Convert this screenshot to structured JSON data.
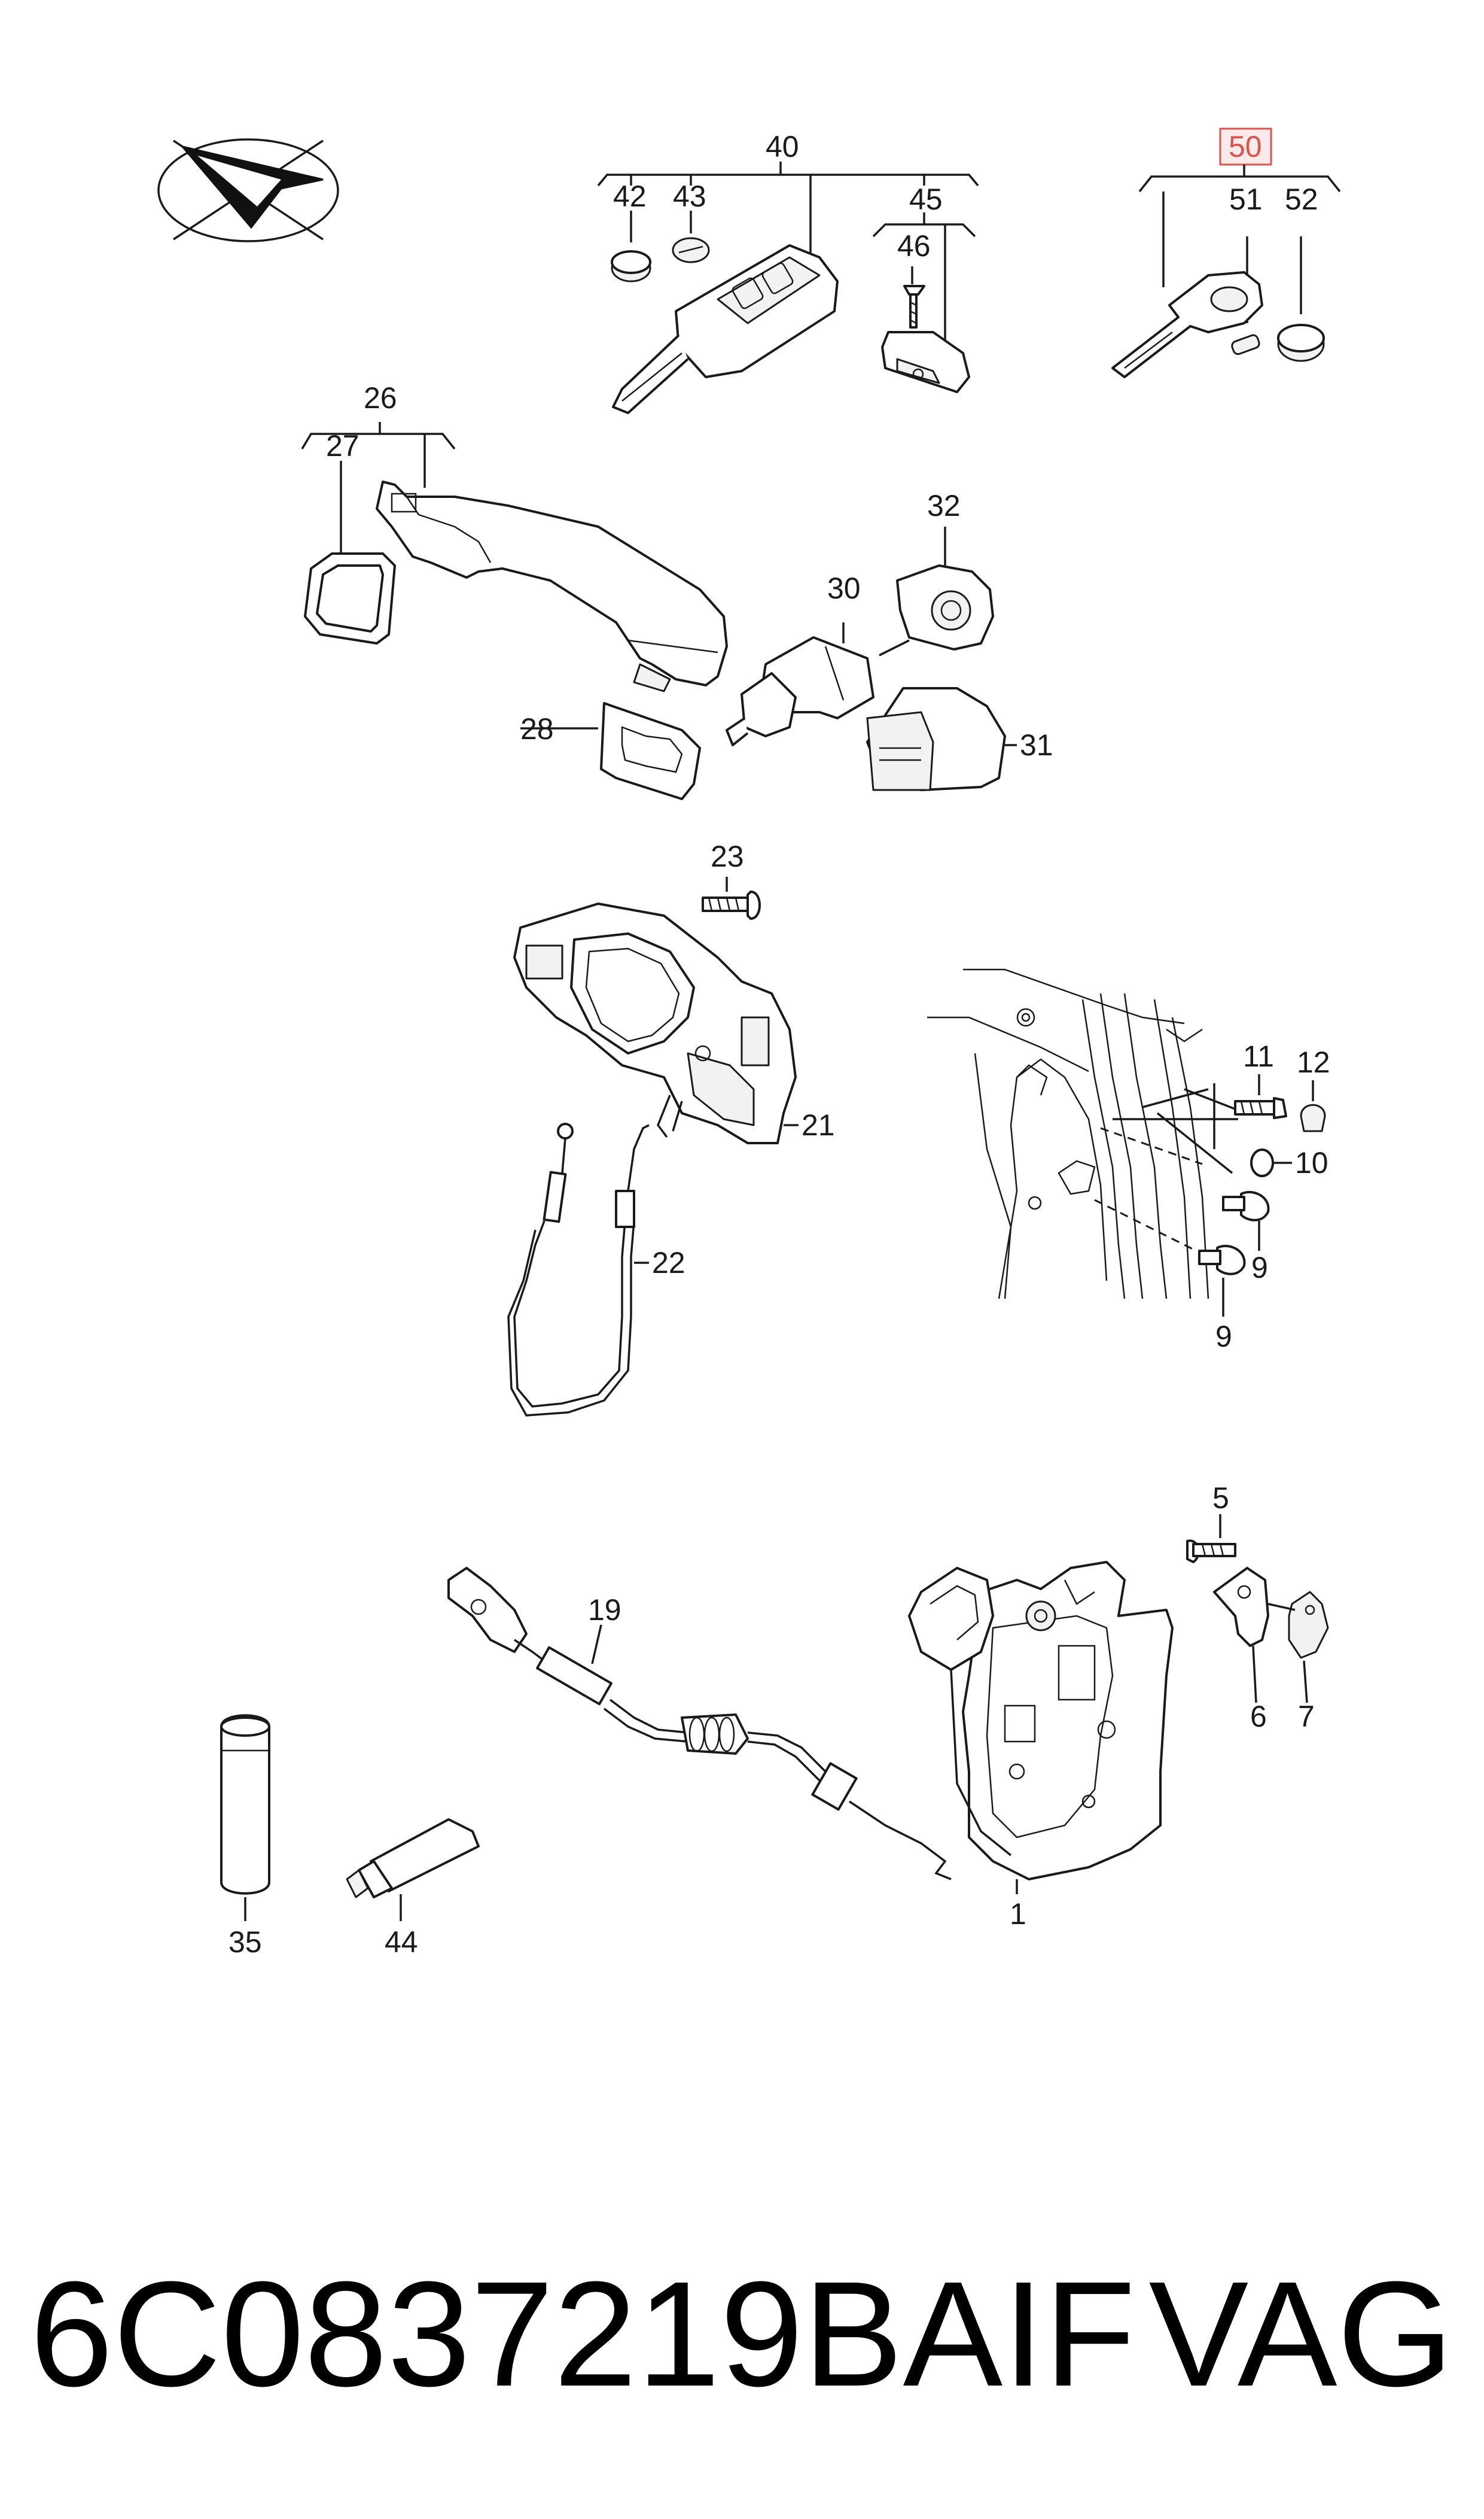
{
  "diagram": {
    "callouts": {
      "c1": "1",
      "c5": "5",
      "c6": "6",
      "c7": "7",
      "c9a": "9",
      "c9b": "9",
      "c10": "10",
      "c11": "11",
      "c12": "12",
      "c19": "19",
      "c21": "21",
      "c22": "22",
      "c23": "23",
      "c26": "26",
      "c27": "27",
      "c28": "28",
      "c30": "30",
      "c31": "31",
      "c32": "32",
      "c35": "35",
      "c40": "40",
      "c42": "42",
      "c43": "43",
      "c44": "44",
      "c45": "45",
      "c46": "46",
      "c50": "50",
      "c51": "51",
      "c52": "52"
    },
    "highlight_color": "#d9534f"
  },
  "footer": {
    "part_number": "6C0837219BAIF",
    "brand": "VAG"
  }
}
